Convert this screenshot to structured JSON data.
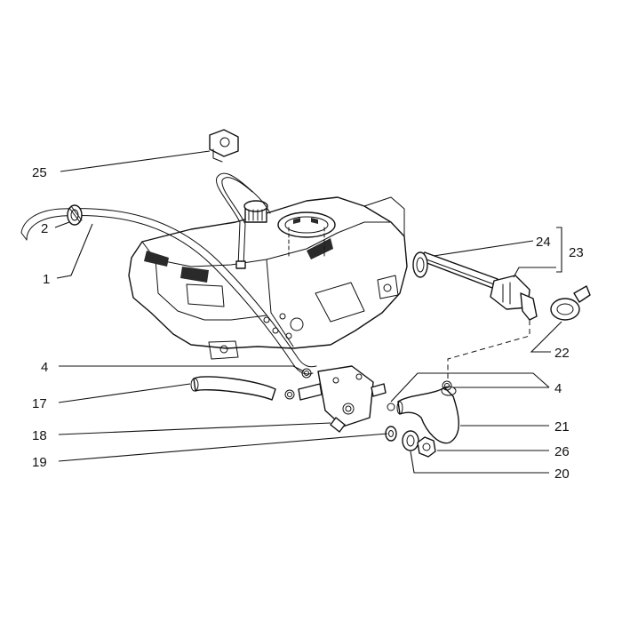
{
  "callouts": {
    "c1": "1",
    "c2": "2",
    "c4a": "4",
    "c4b": "4",
    "c17": "17",
    "c18": "18",
    "c19": "19",
    "c20": "20",
    "c21": "21",
    "c22": "22",
    "c23": "23",
    "c24": "24",
    "c25": "25",
    "c26": "26"
  }
}
